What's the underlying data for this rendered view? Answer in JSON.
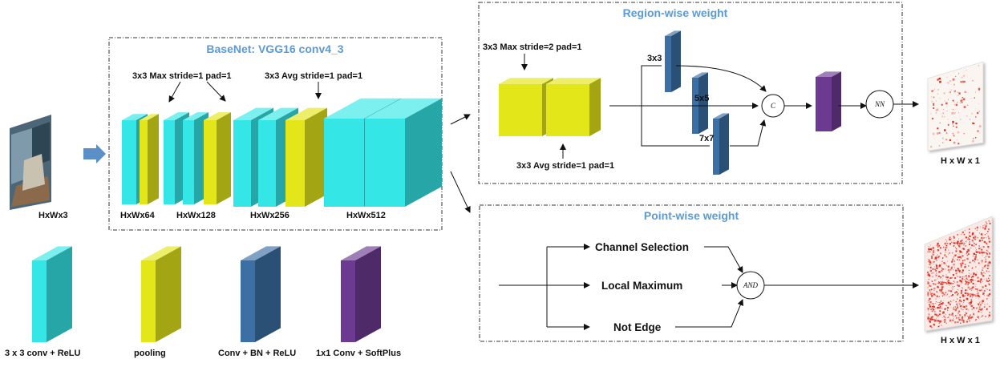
{
  "colors": {
    "conv": "#35e6e6",
    "pool": "#e3e619",
    "bn": "#3c6fa4",
    "softplus": "#6c3a91",
    "title": "#5b9bd5",
    "flow_arrow": "#5b8fc7",
    "heat": "#d9291a"
  },
  "input": {
    "label": "HxWx3"
  },
  "basenet": {
    "title": "BaseNet: VGG16 conv4_3",
    "pool_max_label": "3x3 Max stride=1 pad=1",
    "pool_avg_label": "3x3 Avg stride=1 pad=1",
    "stage_labels": [
      "HxWx64",
      "HxWx128",
      "HxWx256",
      "HxWx512"
    ]
  },
  "region": {
    "title": "Region-wise weight",
    "pool_max_label": "3x3 Max stride=2 pad=1",
    "pool_avg_label": "3x3 Avg stride=1 pad=1",
    "kernels": [
      "3x3",
      "5x5",
      "7x7"
    ],
    "concat_symbol": "C",
    "nn_symbol": "NN",
    "output_label": "H x W x 1"
  },
  "point": {
    "title": "Point-wise weight",
    "criteria": [
      "Channel Selection",
      "Local Maximum",
      "Not Edge"
    ],
    "and_symbol": "AND",
    "output_label": "H x W x 1"
  },
  "legend": [
    {
      "label": "3 x 3 conv + ReLU",
      "color": "#35e6e6"
    },
    {
      "label": "pooling",
      "color": "#e3e619"
    },
    {
      "label": "Conv + BN + ReLU",
      "color": "#3c6fa4"
    },
    {
      "label": "1x1 Conv + SoftPlus",
      "color": "#6c3a91"
    }
  ]
}
